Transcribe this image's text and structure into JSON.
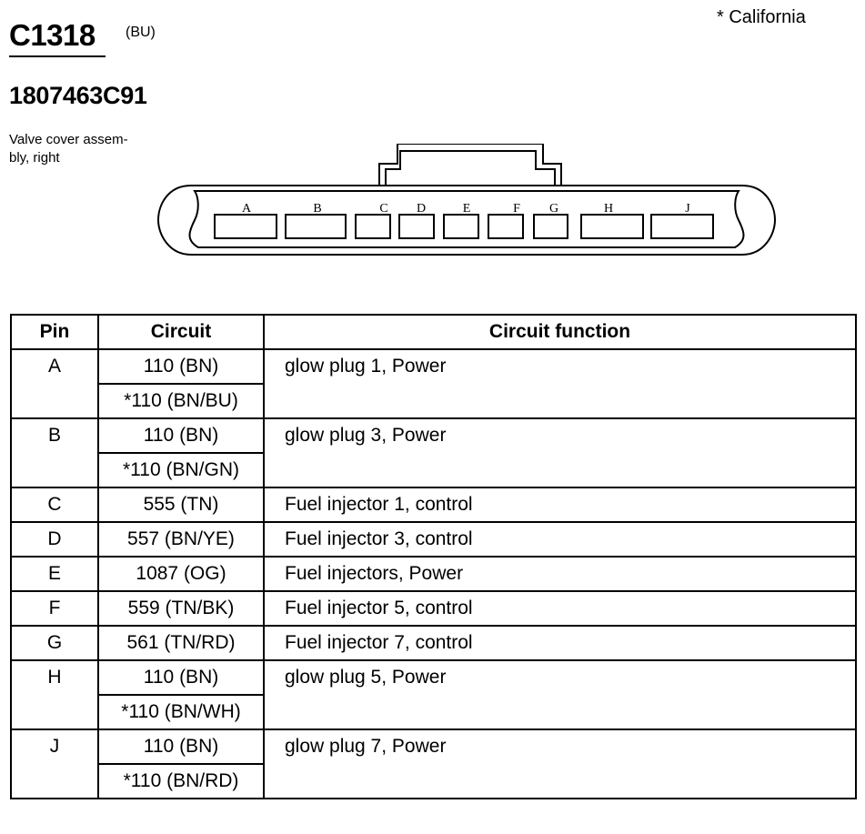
{
  "header": {
    "connector_id": "C1318",
    "color_code": "(BU)",
    "footnote": "*  California",
    "part_number": "1807463C91",
    "location_line1": "Valve cover assem-",
    "location_line2": "bly, right"
  },
  "connector": {
    "pin_labels": [
      "A",
      "B",
      "C",
      "D",
      "E",
      "F",
      "G",
      "H",
      "J"
    ]
  },
  "table": {
    "headers": {
      "pin": "Pin",
      "circuit": "Circuit",
      "function": "Circuit function"
    },
    "rows": [
      {
        "pin": "A",
        "circuits": [
          "110 (BN)",
          "*110 (BN/BU)"
        ],
        "function": "glow plug 1, Power"
      },
      {
        "pin": "B",
        "circuits": [
          "110 (BN)",
          "*110 (BN/GN)"
        ],
        "function": "glow plug 3, Power"
      },
      {
        "pin": "C",
        "circuits": [
          "555 (TN)"
        ],
        "function": "Fuel injector 1, control"
      },
      {
        "pin": "D",
        "circuits": [
          "557 (BN/YE)"
        ],
        "function": "Fuel injector 3, control"
      },
      {
        "pin": "E",
        "circuits": [
          "1087 (OG)"
        ],
        "function": "Fuel injectors, Power"
      },
      {
        "pin": "F",
        "circuits": [
          "559 (TN/BK)"
        ],
        "function": "Fuel injector 5, control"
      },
      {
        "pin": "G",
        "circuits": [
          "561 (TN/RD)"
        ],
        "function": "Fuel injector 7, control"
      },
      {
        "pin": "H",
        "circuits": [
          "110 (BN)",
          "*110 (BN/WH)"
        ],
        "function": "glow plug 5, Power"
      },
      {
        "pin": "J",
        "circuits": [
          "110 (BN)",
          "*110 (BN/RD)"
        ],
        "function": "glow plug 7, Power"
      }
    ]
  }
}
